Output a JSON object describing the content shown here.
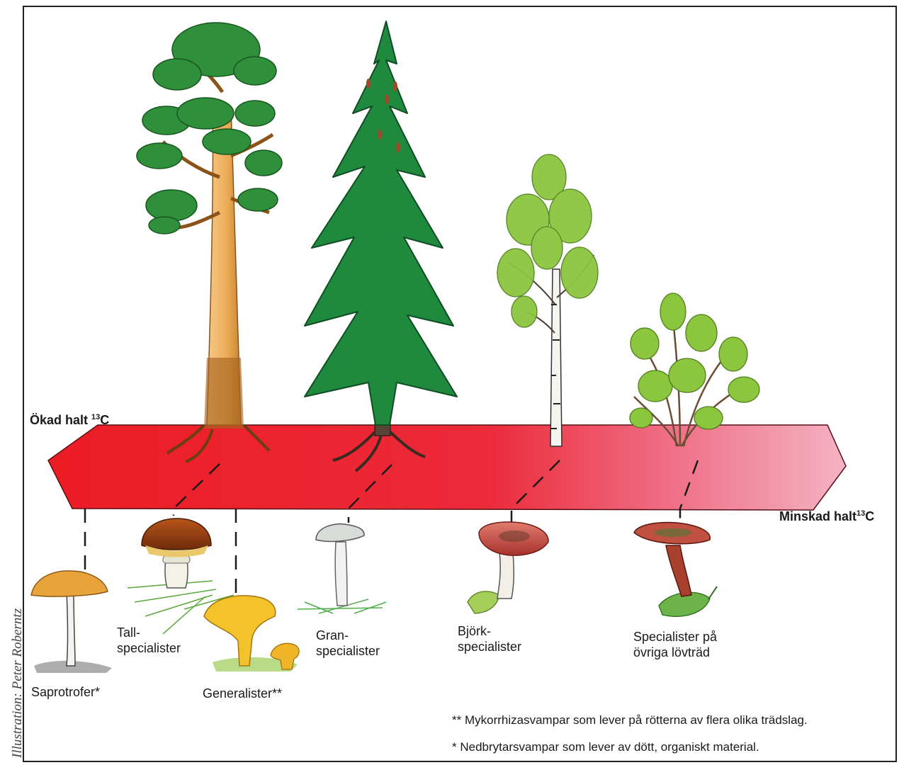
{
  "credit": "Illustration: Peter Roberntz",
  "gradient_labels": {
    "increased": {
      "text": "Ökad halt",
      "sup": "13",
      "unit": "C"
    },
    "decreased": {
      "text": "Minskad halt",
      "sup": "13",
      "unit": "C"
    }
  },
  "fungi": [
    {
      "id": "saprotrofer",
      "line1": "Saprotrofer*",
      "line2": ""
    },
    {
      "id": "tall",
      "line1": "Tall-",
      "line2": "specialister"
    },
    {
      "id": "generalister",
      "line1": "Generalister**",
      "line2": ""
    },
    {
      "id": "gran",
      "line1": "Gran-",
      "line2": "specialister"
    },
    {
      "id": "bjork",
      "line1": "Björk-",
      "line2": "specialister"
    },
    {
      "id": "ovriga",
      "line1": "Specialister på",
      "line2": "övriga lövträd"
    }
  ],
  "footnotes": [
    "** Mykorrhizasvampar som lever på rötterna av flera olika trädslag.",
    "* Nedbrytarsvampar som lever av dött, organiskt material."
  ],
  "colors": {
    "band_start": "#ec1c24",
    "band_end": "#f4a6b8",
    "conifer": "#1f8a3e",
    "pine_crown": "#2f8f3a",
    "birch": "#8cc63f",
    "pine_trunk": "#f0b466"
  },
  "icons": [
    "pine-tree-icon",
    "spruce-tree-icon",
    "birch-tree-icon",
    "shrub-icon",
    "mushroom-icon",
    "chanterelle-icon",
    "leaf-icon"
  ]
}
